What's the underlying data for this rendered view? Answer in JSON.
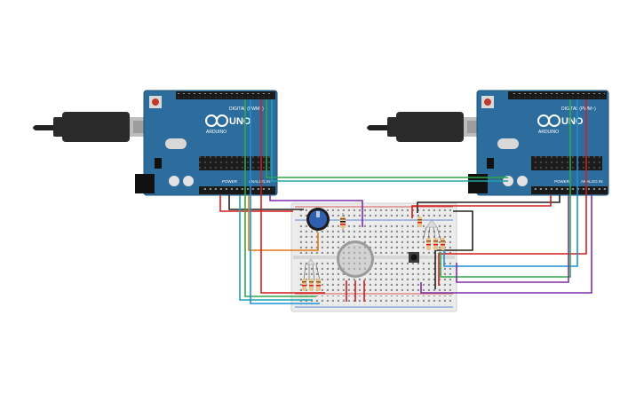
{
  "boards": [
    {
      "id": "left",
      "model": "UNO",
      "brand": "ARDUINO",
      "digital_label": "DIGITAL (PWM~)",
      "power_label": "POWER",
      "analog_label": "ANALOG IN"
    },
    {
      "id": "right",
      "model": "UNO",
      "brand": "ARDUINO",
      "digital_label": "DIGITAL (PWM~)",
      "power_label": "POWER",
      "analog_label": "ANALOG IN"
    }
  ],
  "components": [
    "usb-cable-left",
    "usb-cable-right",
    "breadboard",
    "potentiometer",
    "gas-sensor",
    "pushbutton",
    "rgb-led-left",
    "rgb-led-right",
    "resistors"
  ],
  "colors": {
    "board": "#2c6d9e",
    "board_dark": "#1f5378",
    "header": "#1a1a1a",
    "breadboard": "#ececec",
    "rail_red": "#d22a2a",
    "rail_blue": "#2a64c8",
    "wire_red": "#d11f1f",
    "wire_black": "#222222",
    "wire_green": "#2fa84a",
    "wire_blue": "#1e90d6",
    "wire_purple": "#7b2fa8",
    "wire_orange": "#e07a10",
    "wire_teal": "#22a2a8"
  }
}
